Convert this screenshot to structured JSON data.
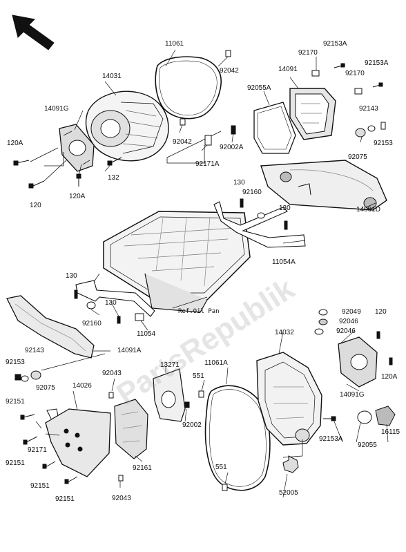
{
  "watermark": "PartsRepublik",
  "reference_note": "Ref.Oil Pan",
  "colors": {
    "line": "#111111",
    "shade": "#9a9a9a",
    "light": "#e4e4e4",
    "watermark": "#a0a0a0"
  },
  "parts": {
    "p11061": "11061",
    "p92042a": "92042",
    "p14031": "14031",
    "p14091g_a": "14091G",
    "p92042b": "92042",
    "p92002a": "92002A",
    "p92171a": "92171A",
    "p120a_1": "120A",
    "p120_1": "120",
    "p120a_2": "120A",
    "p132": "132",
    "p14091": "14091",
    "p92170a": "92170",
    "p92153a_1": "92153A",
    "p92170b": "92170",
    "p92153a_2": "92153A",
    "p92055a": "92055A",
    "p92143a": "92143",
    "p92153a": "92153",
    "p92075a": "92075",
    "p130a": "130",
    "p92160a": "92160",
    "p130b": "130",
    "p14091d": "14091D",
    "p11054a": "11054A",
    "p130c": "130",
    "p130d": "130",
    "p92160b": "92160",
    "p11054": "11054",
    "p14091a": "14091A",
    "p92143b": "92143",
    "p92153b": "92153",
    "p92075b": "92075",
    "p92049": "92049",
    "p92046a": "92046",
    "p92046b": "92046",
    "p120_2": "120",
    "p14032": "14032",
    "p14091g_b": "14091G",
    "p120a_3": "120A",
    "p13271": "13271",
    "p11061a": "11061A",
    "p551a": "551",
    "p92043a": "92043",
    "p14026": "14026",
    "p92151a": "92151",
    "p92171": "92171",
    "p92151b": "92151",
    "p92151c": "92151",
    "p92151d": "92151",
    "p92002": "92002",
    "p92161": "92161",
    "p92043b": "92043",
    "p551b": "551",
    "p92153a_3": "92153A",
    "p92055": "92055",
    "p16115": "16115",
    "p52005": "52005"
  }
}
